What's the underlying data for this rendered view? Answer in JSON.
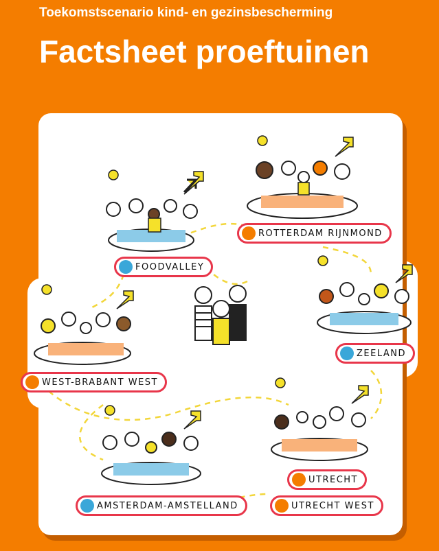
{
  "header": {
    "subtitle": "Toekomstscenario kind- en gezinsbescherming",
    "title": "Factsheet proeftuinen"
  },
  "colors": {
    "background": "#f47d00",
    "accent_red": "#e8364a",
    "accent_blue": "#3aa7d9",
    "figure_yellow": "#f5e12a"
  },
  "regions": [
    {
      "label": "FOODVALLEY",
      "dot": "blue"
    },
    {
      "label": "ROTTERDAM RIJNMOND",
      "dot": "orange"
    },
    {
      "label": "ZEELAND",
      "dot": "blue"
    },
    {
      "label": "WEST-BRABANT WEST",
      "dot": "orange"
    },
    {
      "label": "AMSTERDAM-AMSTELLAND",
      "dot": "blue"
    },
    {
      "label": "UTRECHT",
      "dot": "orange"
    },
    {
      "label": "UTRECHT WEST",
      "dot": "orange"
    }
  ]
}
